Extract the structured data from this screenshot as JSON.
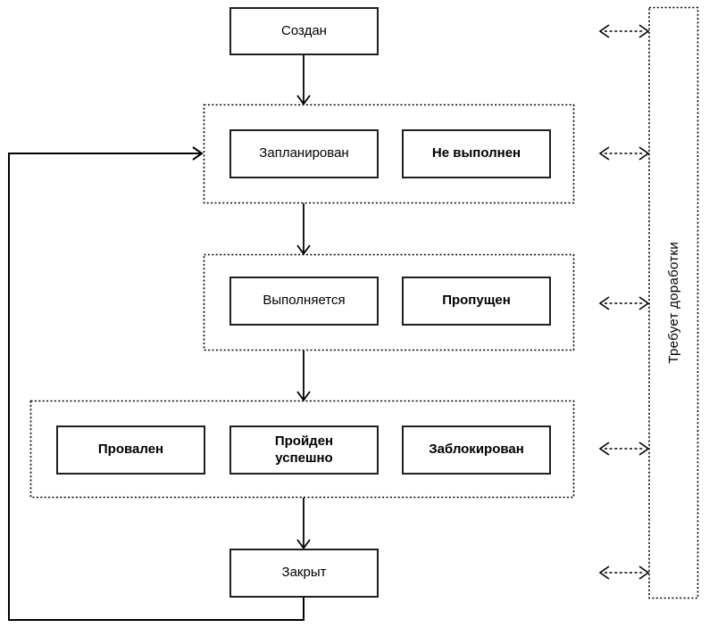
{
  "diagram": {
    "nodes": {
      "created": "Создан",
      "planned": "Запланирован",
      "not_executed": "Не выполнен",
      "in_progress": "Выполняется",
      "skipped": "Пропущен",
      "failed": "Провален",
      "passed": "Пройден\nуспешно",
      "blocked": "Заблокирован",
      "closed": "Закрыт"
    },
    "side_panel": {
      "label": "Требует доработки"
    },
    "edges": [
      "created -> planned-group",
      "planned-group -> in-progress-group",
      "in-progress-group -> result-group",
      "result-group -> closed",
      "closed -> planned-group (loop)",
      "created <-> rework",
      "planned-group <-> rework",
      "in-progress-group <-> rework",
      "result-group <-> rework",
      "closed <-> rework"
    ],
    "colors": {
      "line": "#000000",
      "box_border": "#1f1f1f",
      "background": "#ffffff",
      "text": "#000000"
    }
  }
}
